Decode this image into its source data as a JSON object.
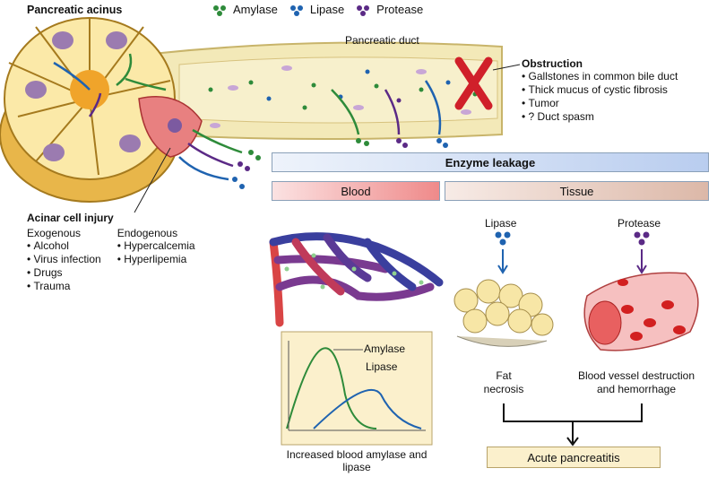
{
  "title": "Pancreatic acinus",
  "legend": [
    {
      "label": "Amylase",
      "color": "#2e8b3a"
    },
    {
      "label": "Lipase",
      "color": "#1f63b0"
    },
    {
      "label": "Protease",
      "color": "#5b2a86"
    }
  ],
  "duct_label": "Pancreatic duct",
  "obstruction": {
    "title": "Obstruction",
    "items": [
      "Gallstones in common bile duct",
      "Thick mucus of cystic fibrosis",
      "Tumor",
      "? Duct spasm"
    ]
  },
  "enzyme_leakage": "Enzyme leakage",
  "blood_label": "Blood",
  "tissue_label": "Tissue",
  "acinar_injury": {
    "title": "Acinar cell injury",
    "exogenous_title": "Exogenous",
    "exogenous_items": [
      "Alcohol",
      "Virus infection",
      "Drugs",
      "Trauma"
    ],
    "endogenous_title": "Endogenous",
    "endogenous_items": [
      "Hypercalcemia",
      "Hyperlipemia"
    ]
  },
  "lipase_label": "Lipase",
  "protease_label": "Protease",
  "graph": {
    "curve1": "Amylase",
    "curve2": "Lipase"
  },
  "increased_blood": "Increased blood amylase and lipase",
  "fat_necrosis": "Fat necrosis",
  "vessel_destruction": "Blood vessel destruction and hemorrhage",
  "acute_pancreatitis": "Acute pancreatitis"
}
